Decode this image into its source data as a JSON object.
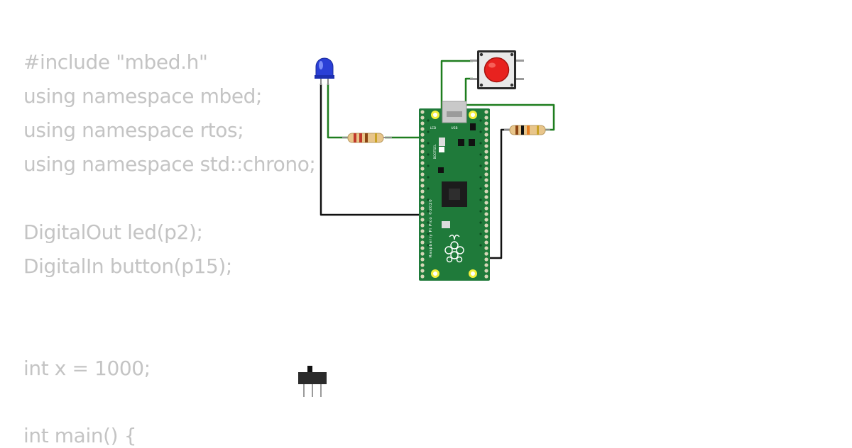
{
  "code": {
    "lines": [
      "#include \"mbed.h\"",
      "using namespace mbed;",
      "using namespace rtos;",
      "using namespace std::chrono;",
      "",
      "DigitalOut led(p2);",
      "DigitalIn button(p15);",
      "",
      "",
      "int x = 1000;",
      "",
      "int main() {"
    ]
  },
  "board": {
    "brand_text": "Raspberry Pi Pico ©2020",
    "usb_label": "USB",
    "led_label": "LED",
    "bootsel_label": "BOOTSEL",
    "pcb_color": "#1f7a3a"
  },
  "components": {
    "led_color": "#2a3fd6",
    "button_cap_color": "#e8221f",
    "wire_color": "#1e7d1e"
  }
}
